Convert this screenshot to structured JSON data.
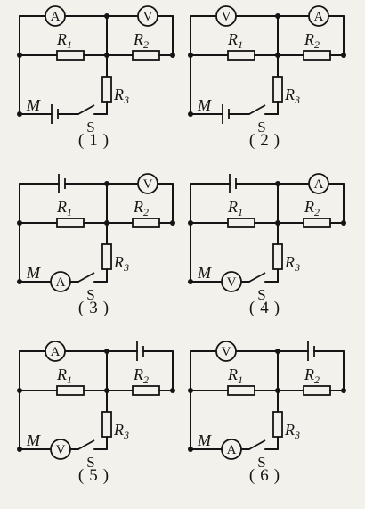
{
  "labels": {
    "r1_main": "R",
    "r1_sub": "1",
    "r2_main": "R",
    "r2_sub": "2",
    "r3_main": "R",
    "r3_sub": "3",
    "switch": "S",
    "node_m": "M",
    "ammeter": "A",
    "voltmeter": "V"
  },
  "panels": [
    {
      "caption": "(1)",
      "meters": [
        "A",
        "V"
      ]
    },
    {
      "caption": "(2)",
      "meters": [
        "V",
        "A"
      ]
    },
    {
      "caption": "(3)",
      "meters": [
        "A",
        "V"
      ]
    },
    {
      "caption": "(4)",
      "meters": [
        "V",
        "A"
      ]
    },
    {
      "caption": "(5)",
      "meters": [
        "A",
        "V"
      ]
    },
    {
      "caption": "(6)",
      "meters": [
        "V",
        "A"
      ]
    }
  ]
}
